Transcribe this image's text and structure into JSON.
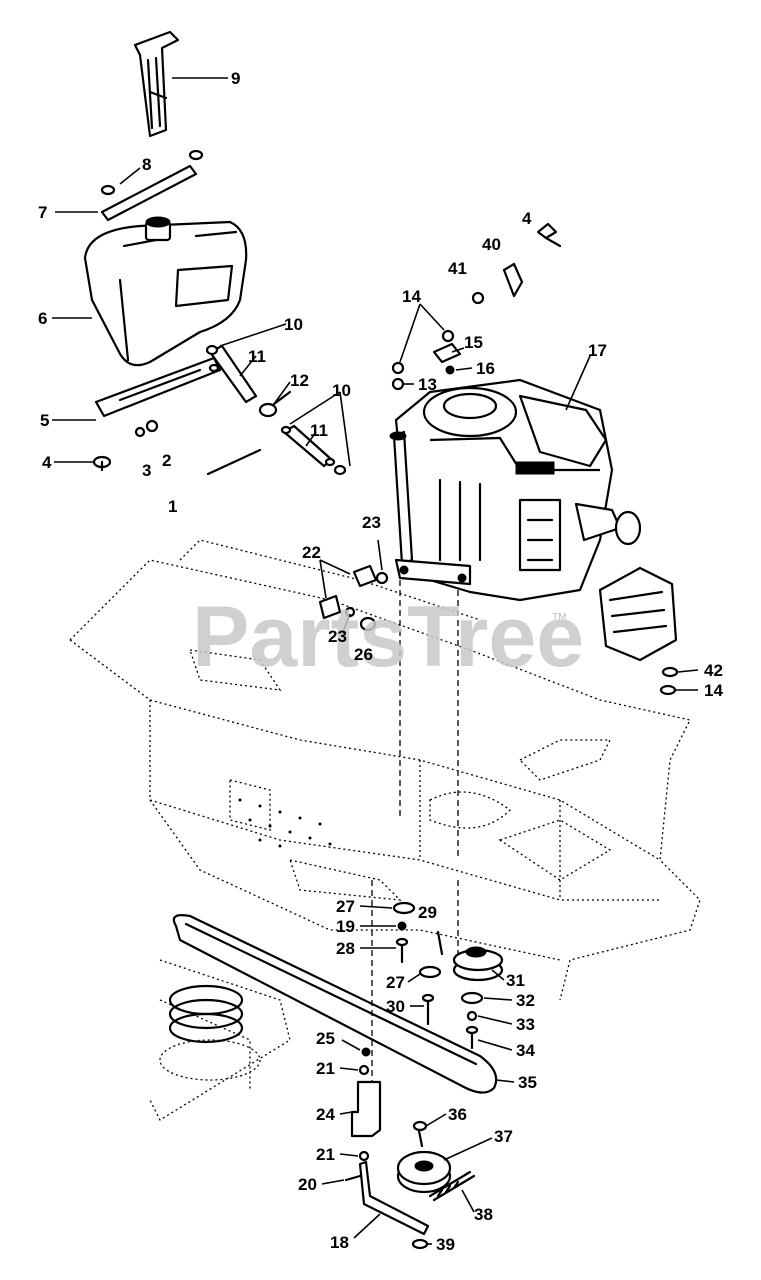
{
  "watermark": {
    "text": "PartsTree",
    "tm": "TM"
  },
  "callouts": [
    {
      "id": "c9",
      "text": "9"
    },
    {
      "id": "c8",
      "text": "8"
    },
    {
      "id": "c7",
      "text": "7"
    },
    {
      "id": "c6",
      "text": "6"
    },
    {
      "id": "c10a",
      "text": "10"
    },
    {
      "id": "c11a",
      "text": "11"
    },
    {
      "id": "c12",
      "text": "12"
    },
    {
      "id": "c10b",
      "text": "10"
    },
    {
      "id": "c11b",
      "text": "11"
    },
    {
      "id": "c5",
      "text": "5"
    },
    {
      "id": "c4a",
      "text": "4"
    },
    {
      "id": "c3",
      "text": "3"
    },
    {
      "id": "c2",
      "text": "2"
    },
    {
      "id": "c1",
      "text": "1"
    },
    {
      "id": "c4b",
      "text": "4"
    },
    {
      "id": "c40",
      "text": "40"
    },
    {
      "id": "c41",
      "text": "41"
    },
    {
      "id": "c14a",
      "text": "14"
    },
    {
      "id": "c15",
      "text": "15"
    },
    {
      "id": "c16",
      "text": "16"
    },
    {
      "id": "c13",
      "text": "13"
    },
    {
      "id": "c17",
      "text": "17"
    },
    {
      "id": "c23a",
      "text": "23"
    },
    {
      "id": "c22",
      "text": "22"
    },
    {
      "id": "c23b",
      "text": "23"
    },
    {
      "id": "c26",
      "text": "26"
    },
    {
      "id": "c42",
      "text": "42"
    },
    {
      "id": "c14b",
      "text": "14"
    },
    {
      "id": "c27a",
      "text": "27"
    },
    {
      "id": "c29",
      "text": "29"
    },
    {
      "id": "c19",
      "text": "19"
    },
    {
      "id": "c28",
      "text": "28"
    },
    {
      "id": "c27b",
      "text": "27"
    },
    {
      "id": "c31",
      "text": "31"
    },
    {
      "id": "c30",
      "text": "30"
    },
    {
      "id": "c32",
      "text": "32"
    },
    {
      "id": "c33",
      "text": "33"
    },
    {
      "id": "c34",
      "text": "34"
    },
    {
      "id": "c25",
      "text": "25"
    },
    {
      "id": "c21a",
      "text": "21"
    },
    {
      "id": "c35",
      "text": "35"
    },
    {
      "id": "c24",
      "text": "24"
    },
    {
      "id": "c36",
      "text": "36"
    },
    {
      "id": "c37",
      "text": "37"
    },
    {
      "id": "c21b",
      "text": "21"
    },
    {
      "id": "c20",
      "text": "20"
    },
    {
      "id": "c38",
      "text": "38"
    },
    {
      "id": "c18",
      "text": "18"
    },
    {
      "id": "c39",
      "text": "39"
    }
  ]
}
